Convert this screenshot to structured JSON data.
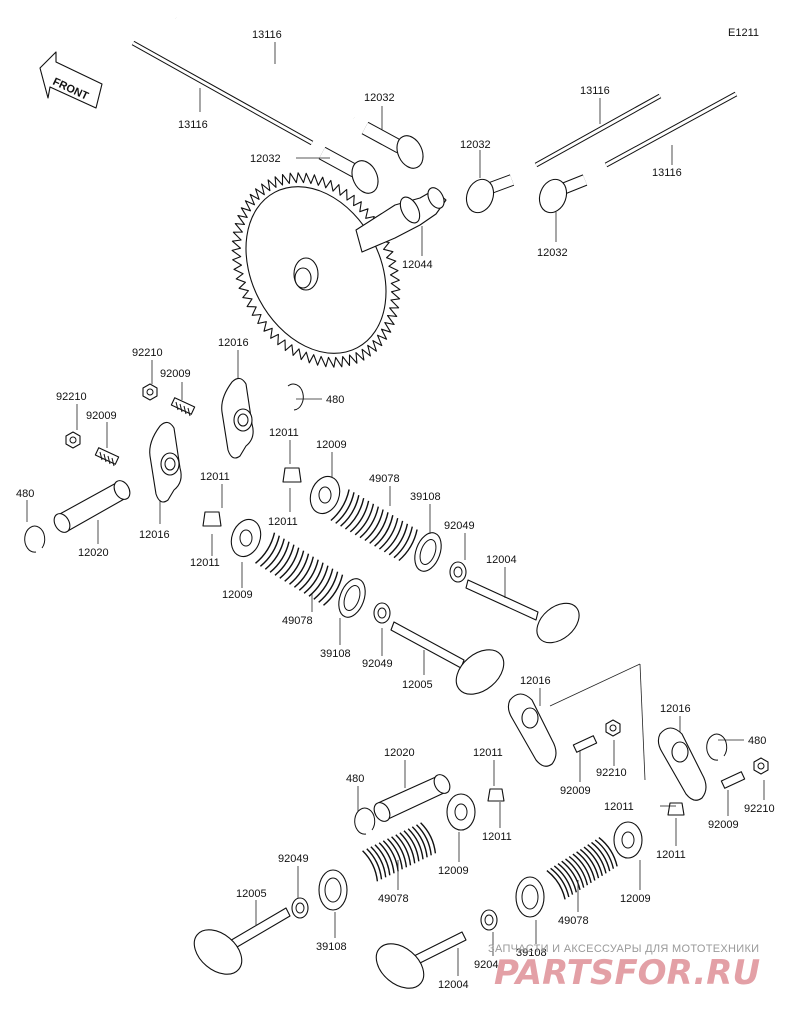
{
  "diagram": {
    "code": "E1211",
    "front_label": "FRONT",
    "part_labels": [
      {
        "id": "p01",
        "text": "13116"
      },
      {
        "id": "p02",
        "text": "13116"
      },
      {
        "id": "p03",
        "text": "12032"
      },
      {
        "id": "p04",
        "text": "12032"
      },
      {
        "id": "p05",
        "text": "12032"
      },
      {
        "id": "p06",
        "text": "12032"
      },
      {
        "id": "p07",
        "text": "13116"
      },
      {
        "id": "p08",
        "text": "13116"
      },
      {
        "id": "p09",
        "text": "12044"
      },
      {
        "id": "p10",
        "text": "92210"
      },
      {
        "id": "p11",
        "text": "92009"
      },
      {
        "id": "p12",
        "text": "12016"
      },
      {
        "id": "p13",
        "text": "480"
      },
      {
        "id": "p14",
        "text": "92210"
      },
      {
        "id": "p15",
        "text": "92009"
      },
      {
        "id": "p16",
        "text": "12011"
      },
      {
        "id": "p17",
        "text": "12009"
      },
      {
        "id": "p18",
        "text": "480"
      },
      {
        "id": "p19",
        "text": "12016"
      },
      {
        "id": "p20",
        "text": "12020"
      },
      {
        "id": "p21",
        "text": "12011"
      },
      {
        "id": "p22",
        "text": "12011"
      },
      {
        "id": "p23",
        "text": "12011"
      },
      {
        "id": "p24",
        "text": "49078"
      },
      {
        "id": "p25",
        "text": "39108"
      },
      {
        "id": "p26",
        "text": "92049"
      },
      {
        "id": "p27",
        "text": "12004"
      },
      {
        "id": "p28",
        "text": "12009"
      },
      {
        "id": "p29",
        "text": "49078"
      },
      {
        "id": "p30",
        "text": "39108"
      },
      {
        "id": "p31",
        "text": "92049"
      },
      {
        "id": "p32",
        "text": "12005"
      },
      {
        "id": "p33",
        "text": "12016"
      },
      {
        "id": "p34",
        "text": "12020"
      },
      {
        "id": "p35",
        "text": "12011"
      },
      {
        "id": "p36",
        "text": "92009"
      },
      {
        "id": "p37",
        "text": "92210"
      },
      {
        "id": "p38",
        "text": "12016"
      },
      {
        "id": "p39",
        "text": "480"
      },
      {
        "id": "p40",
        "text": "480"
      },
      {
        "id": "p41",
        "text": "12011"
      },
      {
        "id": "p42",
        "text": "12009"
      },
      {
        "id": "p43",
        "text": "92009"
      },
      {
        "id": "p44",
        "text": "92210"
      },
      {
        "id": "p45",
        "text": "12011"
      },
      {
        "id": "p46",
        "text": "12011"
      },
      {
        "id": "p47",
        "text": "92049"
      },
      {
        "id": "p48",
        "text": "49078"
      },
      {
        "id": "p49",
        "text": "12009"
      },
      {
        "id": "p50",
        "text": "12005"
      },
      {
        "id": "p51",
        "text": "39108"
      },
      {
        "id": "p52",
        "text": "49078"
      },
      {
        "id": "p53",
        "text": "39108"
      },
      {
        "id": "p54",
        "text": "92049"
      },
      {
        "id": "p55",
        "text": "12004"
      }
    ]
  },
  "watermark": {
    "caption": "ЗАПЧАСТИ И АКСЕССУАРЫ ДЛЯ МОТОТЕХНИКИ",
    "logo": "PARTSFOR.RU"
  }
}
